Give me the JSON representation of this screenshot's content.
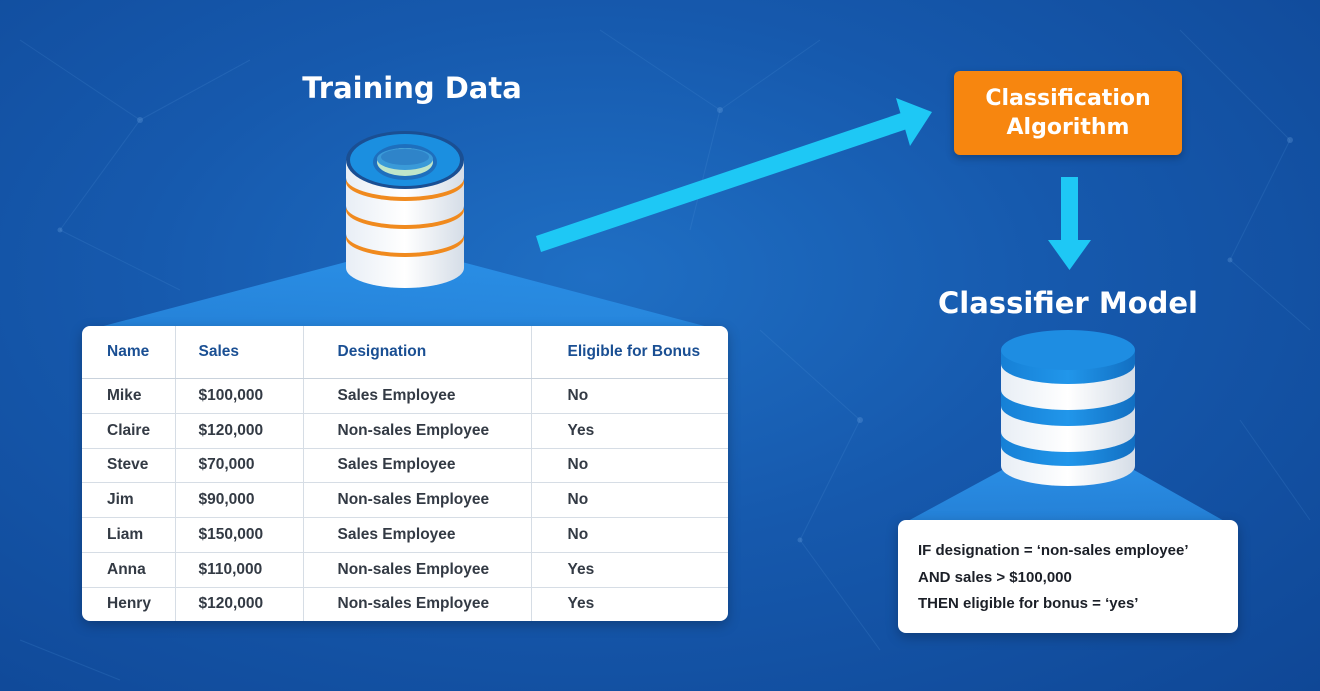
{
  "training_title": "Training Data",
  "algorithm_box": {
    "line1": "Classification",
    "line2": "Algorithm"
  },
  "classifier_title": "Classifier Model",
  "table": {
    "headers": [
      "Name",
      "Sales",
      "Designation",
      "Eligible for Bonus"
    ],
    "rows": [
      [
        "Mike",
        "$100,000",
        "Sales Employee",
        "No"
      ],
      [
        "Claire",
        "$120,000",
        "Non-sales Employee",
        "Yes"
      ],
      [
        "Steve",
        "$70,000",
        "Sales Employee",
        "No"
      ],
      [
        "Jim",
        "$90,000",
        "Non-sales Employee",
        "No"
      ],
      [
        "Liam",
        "$150,000",
        "Sales Employee",
        "No"
      ],
      [
        "Anna",
        "$110,000",
        "Non-sales Employee",
        "Yes"
      ],
      [
        "Henry",
        "$120,000",
        "Non-sales Employee",
        "Yes"
      ]
    ]
  },
  "rule": {
    "line1": "IF designation = ‘non-sales employee’",
    "line2": "AND sales > $100,000",
    "line3": "THEN eligible for bonus = ‘yes’"
  },
  "colors": {
    "background": "#1659ad",
    "arrow": "#1ec8f5",
    "accent_orange": "#f7860f",
    "header_text": "#1a4f93",
    "database_band": "#1b8fe0",
    "database_ring_orange": "#f08a1e"
  },
  "icons": [
    "database-icon",
    "database-icon",
    "arrow-right-up-icon",
    "arrow-down-icon"
  ]
}
